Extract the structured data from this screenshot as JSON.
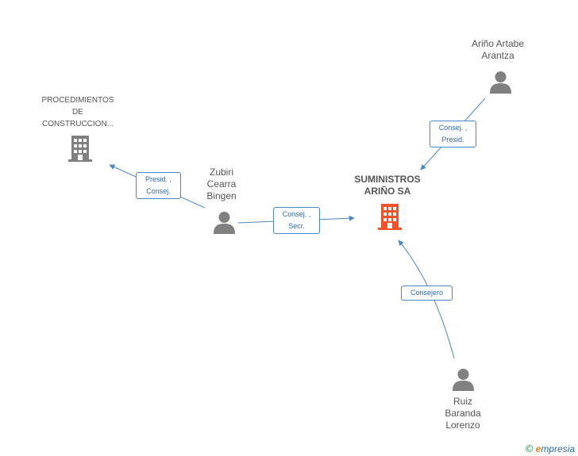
{
  "nodes": {
    "procedimientos": {
      "line1": "PROCEDIMIENTOS",
      "line2": "DE",
      "line3": "CONSTRUCCION..."
    },
    "zubiri": {
      "line1": "Zubiri",
      "line2": "Cearra",
      "line3": "Bingen"
    },
    "suministros": {
      "line1": "SUMINISTROS",
      "line2": "ARIÑO SA"
    },
    "arino": {
      "line1": "Ariño Artabe",
      "line2": "Arantza"
    },
    "ruiz": {
      "line1": "Ruiz",
      "line2": "Baranda",
      "line3": "Lorenzo"
    }
  },
  "edges": {
    "zubiri_procedimientos": {
      "line1": "Presid. ,",
      "line2": "Consej."
    },
    "zubiri_suministros": {
      "line1": "Consej. ,",
      "line2": "Secr."
    },
    "arino_suministros": {
      "line1": "Consej. ,",
      "line2": "Presid."
    },
    "ruiz_suministros": {
      "line1": "Consejero"
    }
  },
  "footer": {
    "copyright": "©",
    "brand_e": "e",
    "brand_rest": "mpresia"
  },
  "colors": {
    "edge": "#4a86c8",
    "person": "#808080",
    "company": "#808080",
    "company_main": "#f0522a"
  }
}
